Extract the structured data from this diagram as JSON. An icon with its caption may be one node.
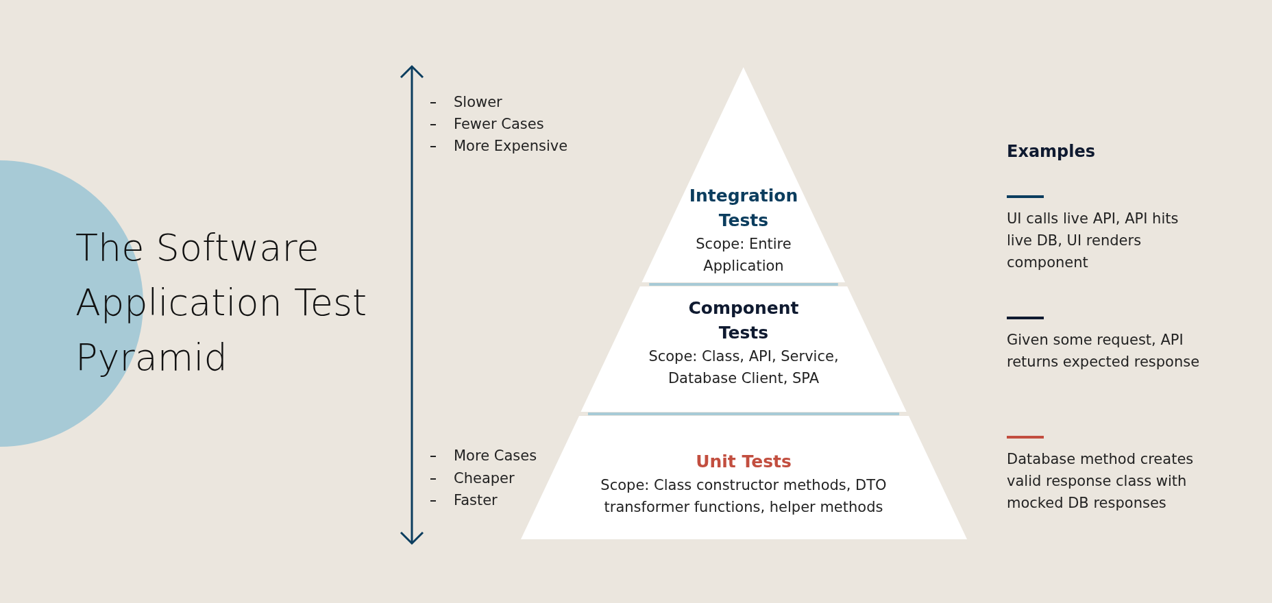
{
  "diagram": {
    "title": "The Software Application Test Pyramid",
    "nodes": [
      {
        "text": [
          "Integration Tests",
          "Scope: Entire Application"
        ]
      },
      {
        "text": [
          "Component Tests",
          "Scope: Class, API, Service, Database Client, SPA"
        ]
      },
      {
        "text": [
          "Unit Tests",
          "Scope: Class constructor methods, DTO transformer functions, helper methods"
        ]
      }
    ],
    "edges": [],
    "labels": [
      "Slower",
      "Fewer Cases",
      "More Expensive",
      "More Cases",
      "Cheaper",
      "Faster",
      "Examples"
    ],
    "legend": [
      {
        "text": "UI calls live API, API hits live DB, UI renders component",
        "color": "#0b3d5e"
      },
      {
        "text": "Given some request, API returns expected response",
        "color": "#0f1a30"
      },
      {
        "text": "Database method creates valid response class with mocked DB responses",
        "color": "#c24e3f"
      }
    ]
  }
}
